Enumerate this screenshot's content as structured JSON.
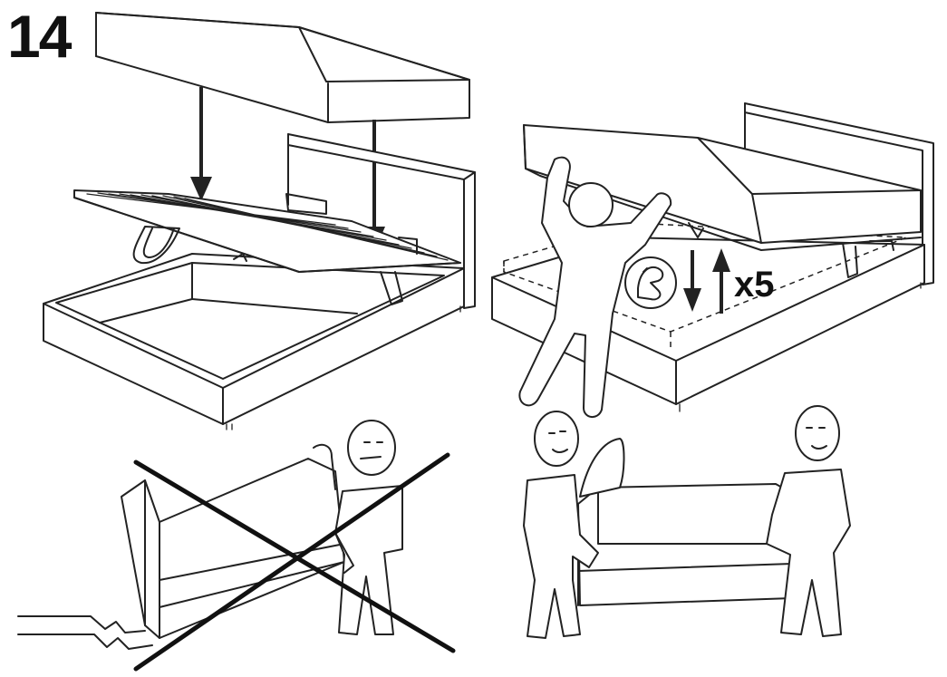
{
  "step": {
    "number": "14"
  },
  "panels": {
    "top_left": {
      "description_icon": "bed-assembly"
    },
    "top_right": {
      "repeat": "x5",
      "icon": "strong-arm-icon"
    },
    "bottom_left": {
      "status": "incorrect"
    },
    "bottom_right": {
      "status": "correct"
    }
  }
}
